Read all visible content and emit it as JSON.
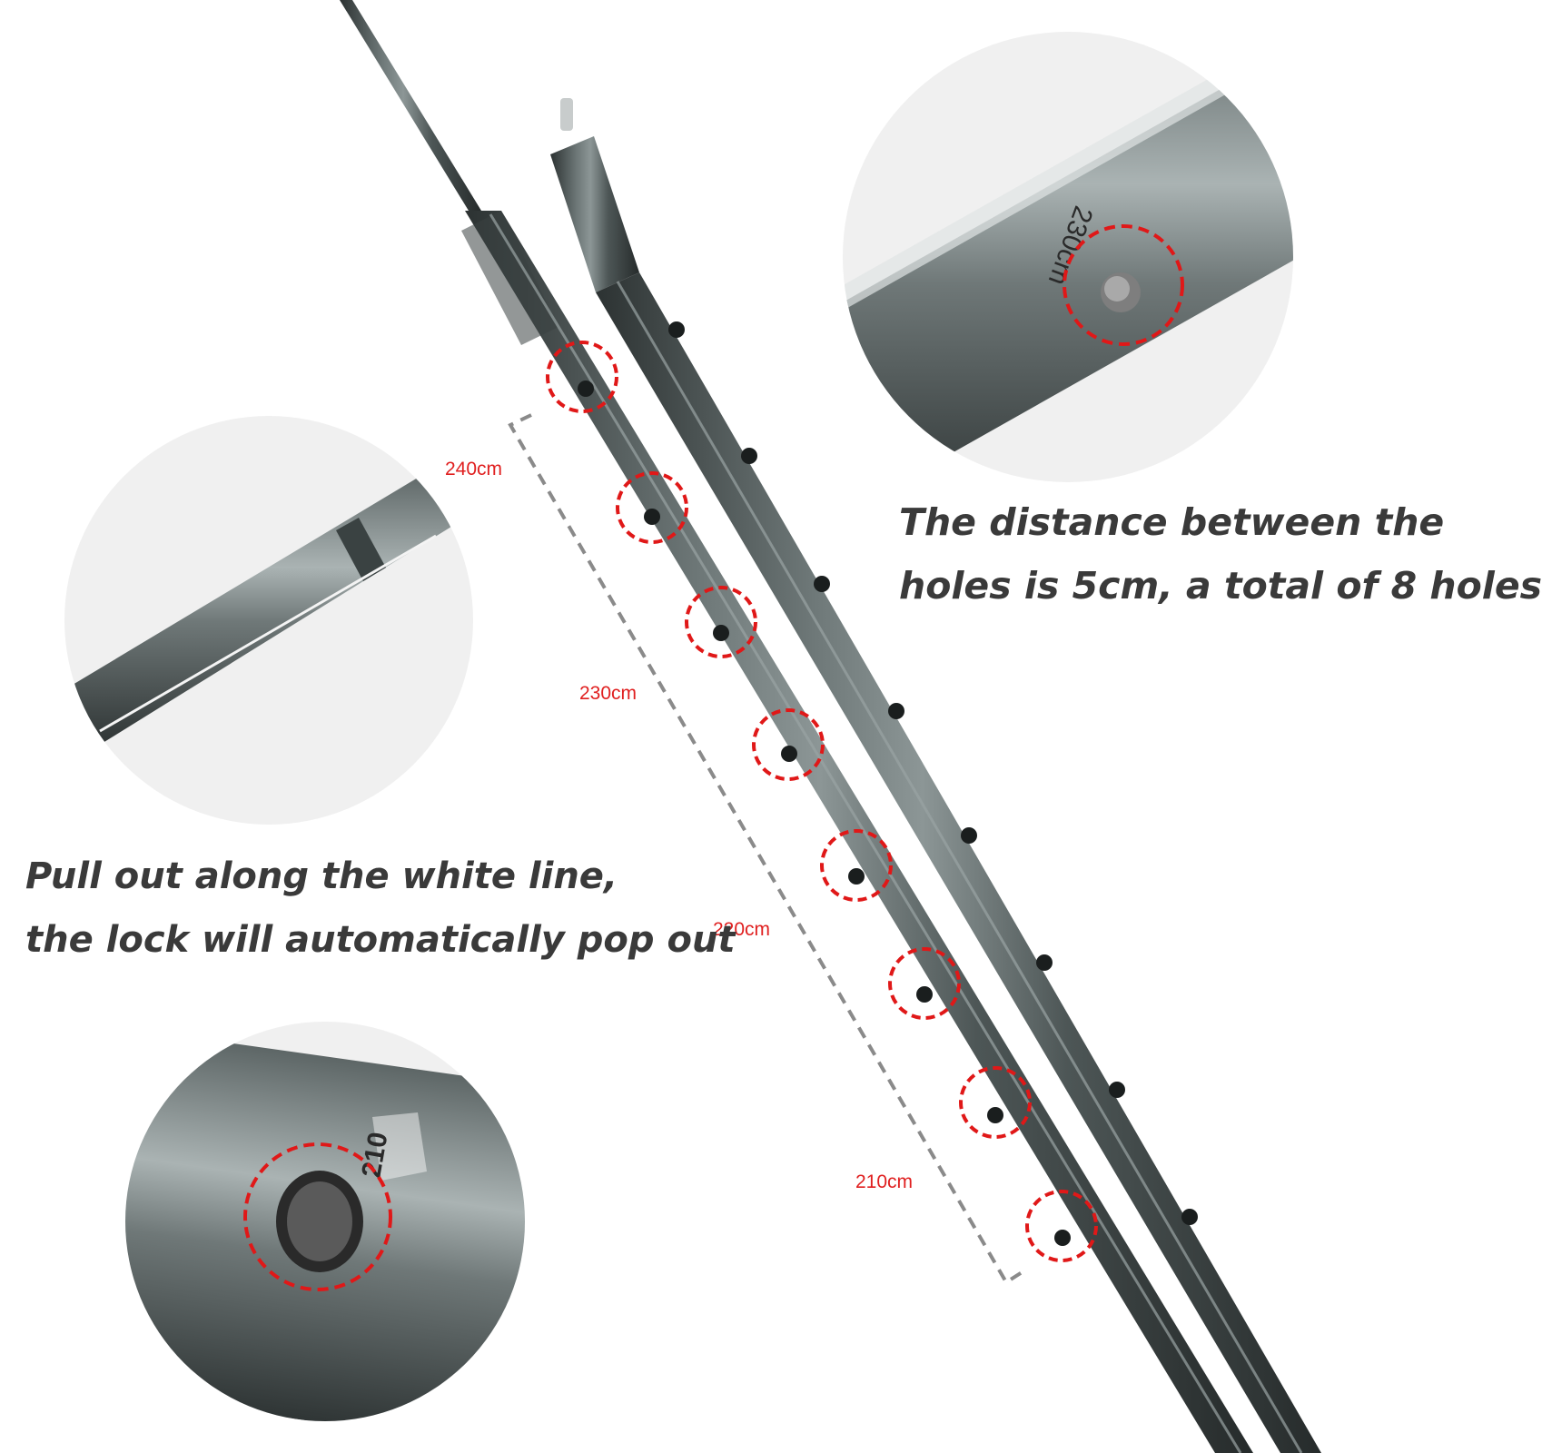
{
  "captions": {
    "hole_spacing": [
      "The distance between the",
      "holes is 5cm, a total of 8 holes"
    ],
    "pull_out": [
      "Pull out along the white line,",
      "the lock will automatically pop out"
    ]
  },
  "measurements": [
    "240cm",
    "230cm",
    "220cm",
    "210cm"
  ],
  "pole_markings": {
    "zoom_top_right": "230cm",
    "zoom_bottom_left": "210"
  },
  "colors": {
    "pole": "#4d5656",
    "pole_highlight": "#8c9696",
    "pole_shadow": "#2c3232",
    "highlight_circle": "#e01818",
    "dimension_line": "#8a8a8a",
    "measurement_text": "#e02020",
    "caption_text": "#3a3a3a",
    "zoom_background": "#f0f0f0"
  },
  "hole_count": 8
}
